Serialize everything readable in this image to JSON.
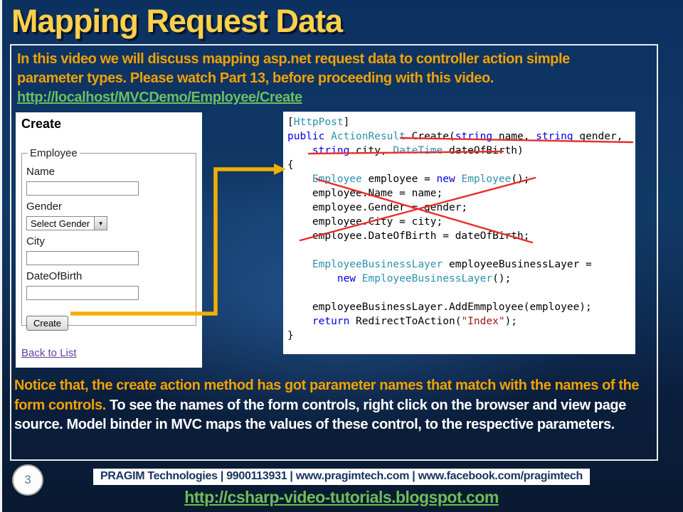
{
  "slide": {
    "title": "Mapping Request Data"
  },
  "intro": {
    "lines": [
      "In this video we will discuss mapping asp.net request data to controller action simple",
      "parameter types. Please watch Part 13, before proceeding with this video."
    ],
    "link": "http://localhost/MVCDemo/Employee/Create"
  },
  "form_window": {
    "heading": "Create",
    "legend": "Employee",
    "fields": [
      {
        "label": "Name",
        "type": "text"
      },
      {
        "label": "Gender",
        "type": "select",
        "value": "Select Gender"
      },
      {
        "label": "City",
        "type": "text"
      },
      {
        "label": "DateOfBirth",
        "type": "text"
      }
    ],
    "submit_label": "Create",
    "back_link": "Back to List"
  },
  "code_window": {
    "lines": [
      [
        {
          "c": "p",
          "t": "["
        },
        {
          "c": "t",
          "t": "HttpPost"
        },
        {
          "c": "p",
          "t": "]"
        }
      ],
      [
        {
          "c": "k",
          "t": "public "
        },
        {
          "c": "t",
          "t": "ActionResult "
        },
        {
          "c": "p",
          "t": "Create("
        },
        {
          "c": "k",
          "t": "string"
        },
        {
          "c": "p",
          "t": " name, "
        },
        {
          "c": "k",
          "t": "string"
        },
        {
          "c": "p",
          "t": " gender,"
        }
      ],
      [
        {
          "c": "p",
          "t": "    "
        },
        {
          "c": "k",
          "t": "string"
        },
        {
          "c": "p",
          "t": " city, "
        },
        {
          "c": "t",
          "t": "DateTime"
        },
        {
          "c": "p",
          "t": " dateOfBirth)"
        }
      ],
      [
        {
          "c": "p",
          "t": "{"
        }
      ],
      [
        {
          "c": "p",
          "t": "    "
        },
        {
          "c": "t",
          "t": "Employee"
        },
        {
          "c": "p",
          "t": " employee = "
        },
        {
          "c": "k",
          "t": "new"
        },
        {
          "c": "p",
          "t": " "
        },
        {
          "c": "t",
          "t": "Employee"
        },
        {
          "c": "p",
          "t": "();"
        }
      ],
      [
        {
          "c": "p",
          "t": "    employee.Name = name;"
        }
      ],
      [
        {
          "c": "p",
          "t": "    employee.Gender = gender;"
        }
      ],
      [
        {
          "c": "p",
          "t": "    employee.City = city;"
        }
      ],
      [
        {
          "c": "p",
          "t": "    employee.DateOfBirth = dateOfBirth;"
        }
      ],
      [],
      [
        {
          "c": "p",
          "t": "    "
        },
        {
          "c": "t",
          "t": "EmployeeBusinessLayer"
        },
        {
          "c": "p",
          "t": " employeeBusinessLayer ="
        }
      ],
      [
        {
          "c": "p",
          "t": "        "
        },
        {
          "c": "k",
          "t": "new"
        },
        {
          "c": "p",
          "t": " "
        },
        {
          "c": "t",
          "t": "EmployeeBusinessLayer"
        },
        {
          "c": "p",
          "t": "();"
        }
      ],
      [],
      [
        {
          "c": "p",
          "t": "    employeeBusinessLayer.AddEmmployee(employee);"
        }
      ],
      [
        {
          "c": "p",
          "t": "    "
        },
        {
          "c": "k",
          "t": "return"
        },
        {
          "c": "p",
          "t": " RedirectToAction("
        },
        {
          "c": "s",
          "t": "\"Index\""
        },
        {
          "c": "p",
          "t": ");"
        }
      ],
      [
        {
          "c": "p",
          "t": "}"
        }
      ]
    ]
  },
  "notice": {
    "amber_part": "Notice that, the create action method has got parameter names that match with the names of the form controls.",
    "white_part": " To see the names of the form controls, right click on the browser and view page source. Model binder in MVC maps the values of these control, to the respective parameters."
  },
  "footer": {
    "page_number": "3",
    "banner": "PRAGIM Technologies | 9900113931 | www.pragimtech.com | www.facebook.com/pragimtech",
    "blog_link": "http://csharp-video-tutorials.blogspot.com"
  },
  "icons": {
    "dropdown_arrow": "▼"
  },
  "colors": {
    "title_yellow": "#FFD04A",
    "body_amber": "#F0A202",
    "link_green": "#6DBD62",
    "blog_green": "#6CBE55",
    "arrow_gold": "#F3AE00",
    "annotation_red": "#E82C2C",
    "keyword_blue": "#0000E8",
    "type_teal": "#2B91AF",
    "string_maroon": "#A31515",
    "bg_navy_top": "#0C3161",
    "bg_navy_bottom": "#091A31",
    "visited_purple": "#663E9C"
  }
}
